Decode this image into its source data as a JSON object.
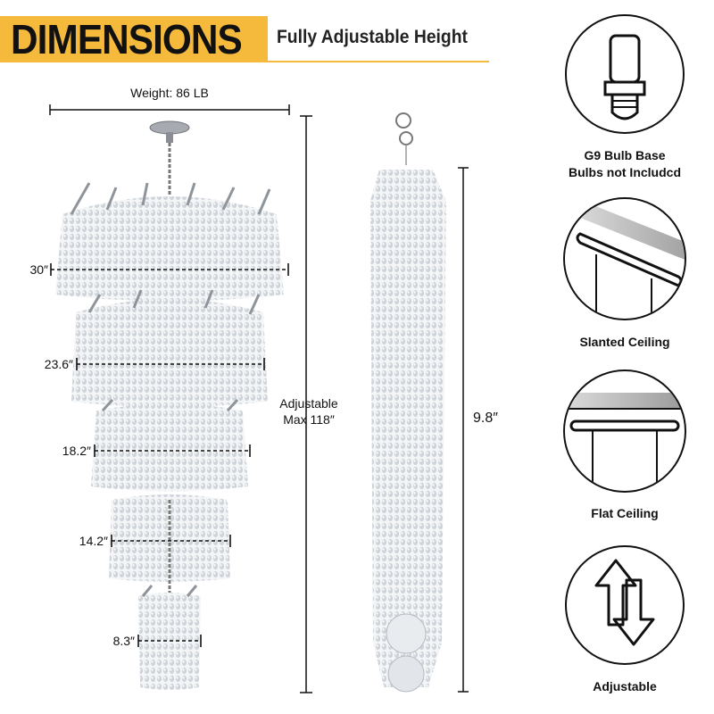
{
  "header": {
    "title": "DIMENSIONS",
    "subtitle": "Fully Adjustable Height"
  },
  "chandelier": {
    "weight": "Weight: 86 LB",
    "height_label_line1": "Adjustable",
    "height_label_line2": "Max 118″",
    "tiers": [
      {
        "label": "30″"
      },
      {
        "label": "23.6″"
      },
      {
        "label": "18.2″"
      },
      {
        "label": "14.2″"
      },
      {
        "label": "8.3″"
      }
    ]
  },
  "crystal_strand": {
    "length": "9.8″"
  },
  "features": [
    {
      "icon": "bulb-icon",
      "line1": "G9 Bulb Base",
      "line2": "Bulbs not Includcd"
    },
    {
      "icon": "slanted-ceiling-icon",
      "line1": "Slanted Ceiling",
      "line2": ""
    },
    {
      "icon": "flat-ceiling-icon",
      "line1": "Flat Ceiling",
      "line2": ""
    },
    {
      "icon": "adjustable-arrows-icon",
      "line1": "Adjustable",
      "line2": ""
    }
  ],
  "colors": {
    "accent": "#f5b93c",
    "line": "#111111",
    "crystal": "#d9dde2",
    "metal": "#9a9ea4"
  }
}
